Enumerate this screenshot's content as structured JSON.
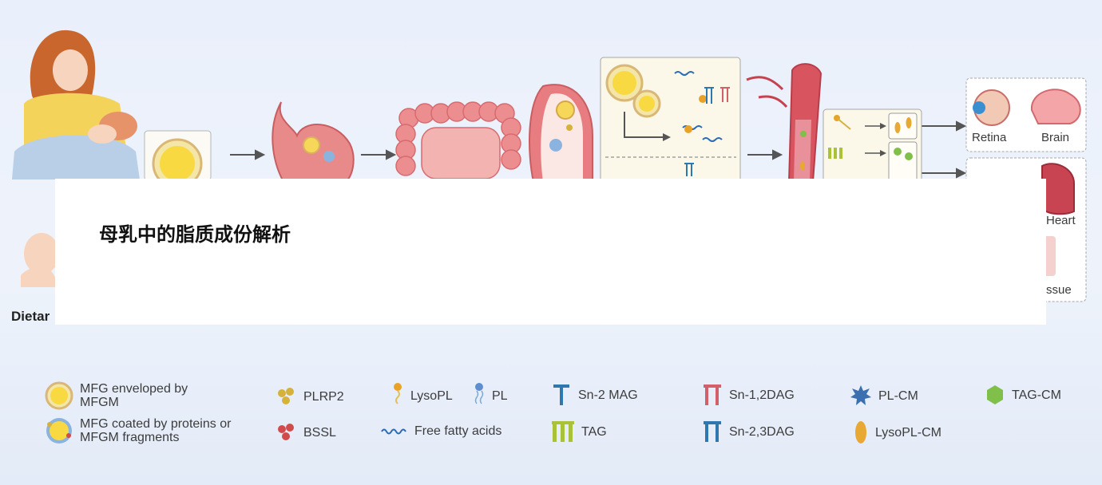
{
  "overlay": {
    "title": "母乳中的脂质成份解析"
  },
  "diagram": {
    "left_caption_fragment": "Dietar",
    "organs": [
      {
        "label": "Retina"
      },
      {
        "label": "Brain"
      },
      {
        "label": "Heart"
      },
      {
        "label": "ssue"
      }
    ]
  },
  "legend": {
    "items": [
      {
        "label": "MFG enveloped by MFGM",
        "icon": "mfg-enveloped-icon"
      },
      {
        "label": "MFG coated by proteins or MFGM fragments",
        "icon": "mfg-coated-icon"
      },
      {
        "label": "PLRP2",
        "icon": "plrp2-icon",
        "color": "#d6b23a"
      },
      {
        "label": "BSSL",
        "icon": "bssl-icon",
        "color": "#d24b4b"
      },
      {
        "label": "LysoPL",
        "icon": "lysopl-icon",
        "color": "#e8a326"
      },
      {
        "label": "PL",
        "icon": "pl-icon",
        "color": "#5d8fd0"
      },
      {
        "label": "Free fatty acids",
        "icon": "free-fatty-acids-icon",
        "color": "#2a6cb8"
      },
      {
        "label": "Sn-2 MAG",
        "icon": "sn2-mag-icon",
        "color": "#2f77b0"
      },
      {
        "label": "TAG",
        "icon": "tag-icon",
        "color": "#a9c23a"
      },
      {
        "label": "Sn-1,2DAG",
        "icon": "sn12dag-icon",
        "color": "#d2606a"
      },
      {
        "label": "Sn-2,3DAG",
        "icon": "sn23dag-icon",
        "color": "#2f77b0"
      },
      {
        "label": "PL-CM",
        "icon": "pl-cm-icon",
        "color": "#3a6fb0"
      },
      {
        "label": "LysoPL-CM",
        "icon": "lysopl-cm-icon",
        "color": "#e7a834"
      },
      {
        "label": "TAG-CM",
        "icon": "tag-cm-icon",
        "color": "#7fbf4a"
      }
    ]
  }
}
